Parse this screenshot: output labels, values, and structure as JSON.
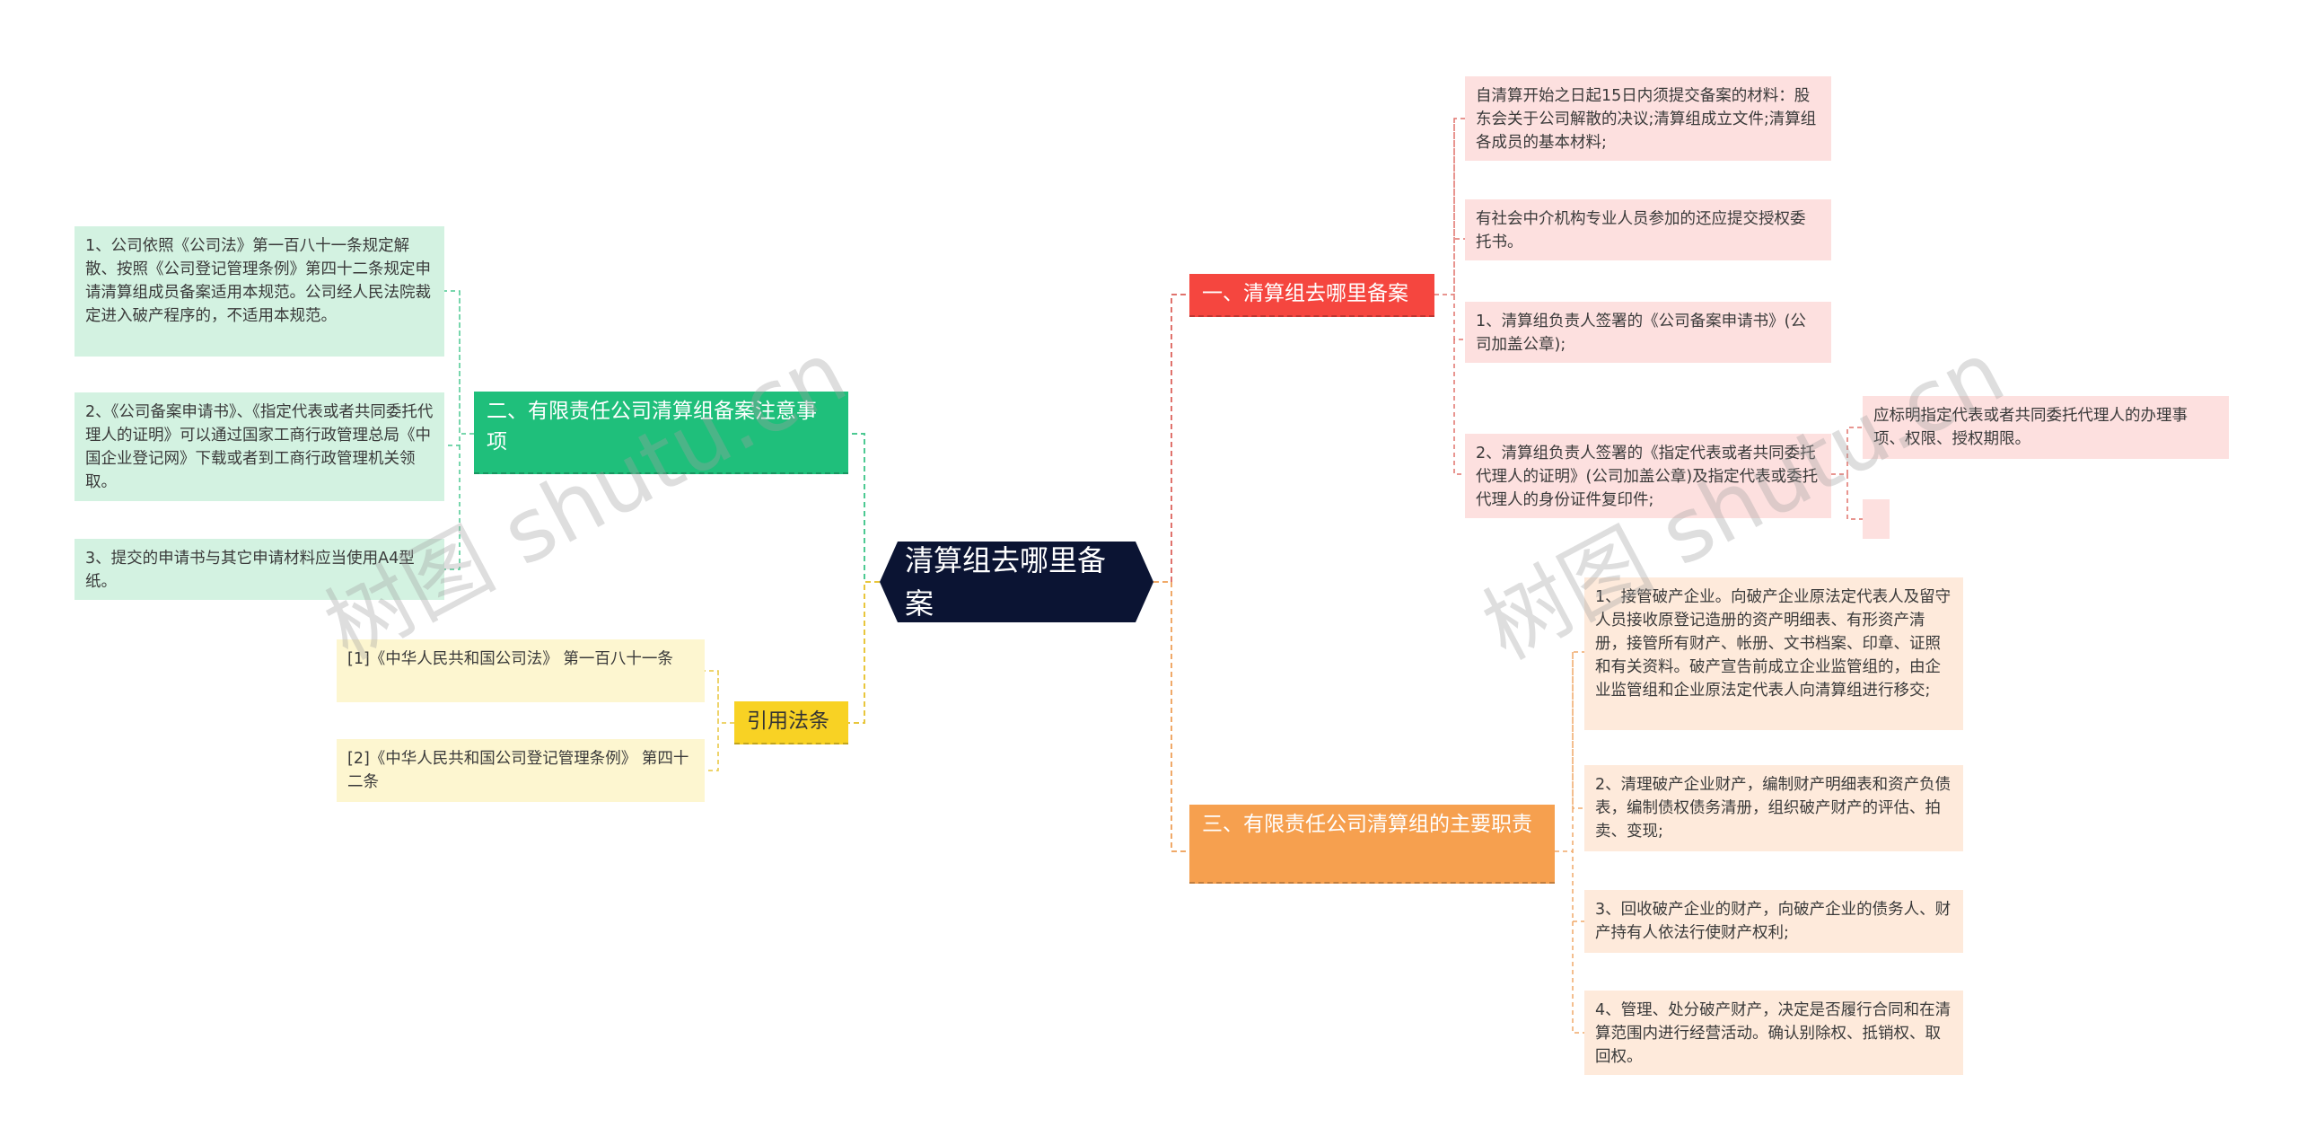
{
  "root": {
    "label": "清算组去哪里备案"
  },
  "branches": {
    "b1": {
      "label": "一、清算组去哪里备案",
      "items": [
        "自清算开始之日起15日内须提交备案的材料：股东会关于公司解散的决议;清算组成立文件;清算组各成员的基本材料;",
        "有社会中介机构专业人员参加的还应提交授权委托书。",
        "1、清算组负责人签署的《公司备案申请书》(公司加盖公章);",
        "2、清算组负责人签署的《指定代表或者共同委托代理人的证明》(公司加盖公章)及指定代表或委托代理人的身份证件复印件;"
      ],
      "sub": "应标明指定代表或者共同委托代理人的办理事项、权限、授权期限。"
    },
    "b2": {
      "label": "二、有限责任公司清算组备案注意事项",
      "items": [
        "1、公司依照《公司法》第一百八十一条规定解散、按照《公司登记管理条例》第四十二条规定申请清算组成员备案适用本规范。公司经人民法院裁定进入破产程序的，不适用本规范。",
        "2、《公司备案申请书》、《指定代表或者共同委托代理人的证明》可以通过国家工商行政管理总局《中国企业登记网》下载或者到工商行政管理机关领取。",
        "3、提交的申请书与其它申请材料应当使用A4型纸。"
      ]
    },
    "b3": {
      "label": "引用法条",
      "items": [
        "[1]《中华人民共和国公司法》 第一百八十一条",
        "[2]《中华人民共和国公司登记管理条例》 第四十二条"
      ]
    },
    "b4": {
      "label": "三、有限责任公司清算组的主要职责",
      "items": [
        "1、接管破产企业。向破产企业原法定代表人及留守人员接收原登记造册的资产明细表、有形资产清册，接管所有财产、帐册、文书档案、印章、证照和有关资料。破产宣告前成立企业监管组的，由企业监管组和企业原法定代表人向清算组进行移交;",
        "2、清理破产企业财产，编制财产明细表和资产负债表，编制债权债务清册，组织破产财产的评估、拍卖、变现;",
        "3、回收破产企业的财产，向破产企业的债务人、财产持有人依法行使财产权利;",
        "4、管理、处分破产财产，决定是否履行合同和在清算范围内进行经营活动。确认别除权、抵销权、取回权。"
      ]
    }
  },
  "watermarks": [
    "树图 shutu.cn",
    "树图 shutu.cn"
  ],
  "colors": {
    "root": "#0b1433",
    "red": "#f5463f",
    "green": "#1fbf7b",
    "yellow": "#f8d224",
    "orange": "#f6a04f"
  }
}
